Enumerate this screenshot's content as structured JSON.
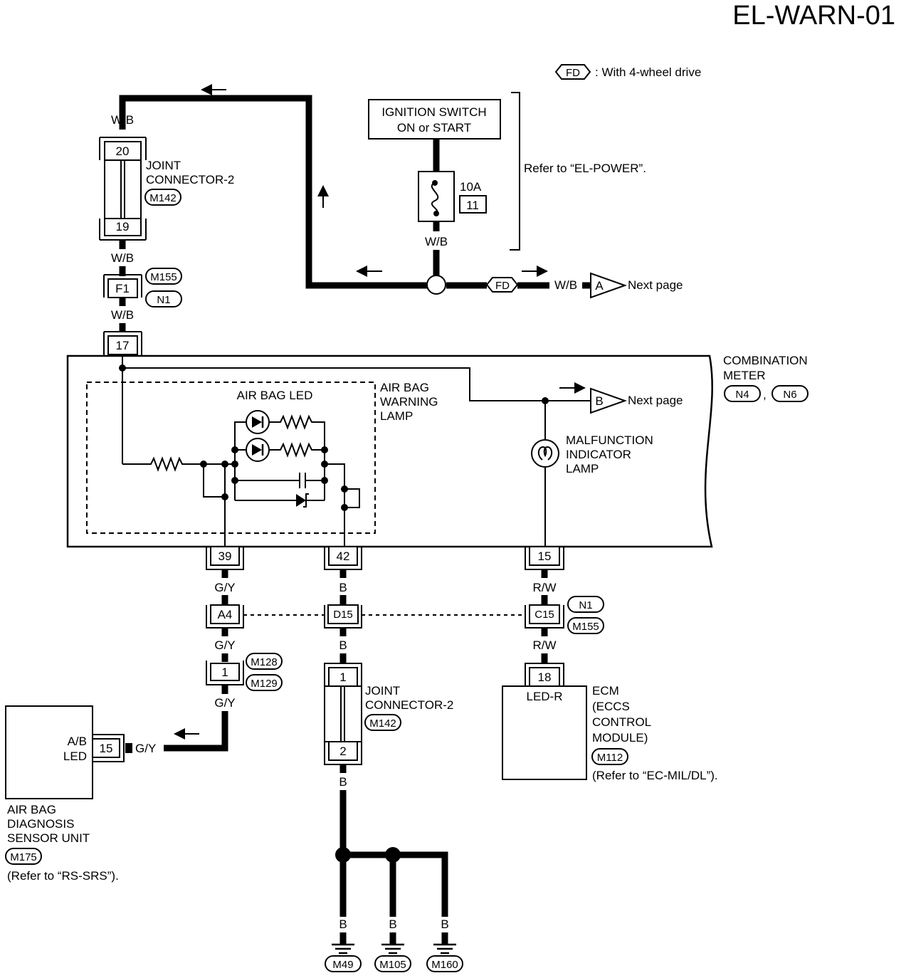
{
  "title": "EL-WARN-01",
  "legend": {
    "code": "FD",
    "text": ": With 4-wheel drive"
  },
  "ignition": {
    "line1": "IGNITION SWITCH",
    "line2": "ON or START"
  },
  "fuse": {
    "rating": "10A",
    "number": "11"
  },
  "refer_power": "Refer to “EL-POWER”.",
  "wires": {
    "wb": "W/B",
    "gy": "G/Y",
    "b": "B",
    "rw": "R/W"
  },
  "next_page": "Next page",
  "ref_a": "A",
  "ref_b": "B",
  "joint_top": {
    "line1": "JOINT",
    "line2": "CONNECTOR-2",
    "code": "M142",
    "pin_top": "20",
    "pin_bottom": "19"
  },
  "f1": {
    "pin": "F1",
    "code1": "M155",
    "code2": "N1"
  },
  "meter": {
    "pin_in": "17",
    "line1": "COMBINATION",
    "line2": "METER",
    "code1": "N4",
    "code2": "N6",
    "comma": ",",
    "pin_39": "39",
    "pin_42": "42",
    "pin_15": "15"
  },
  "airbag_lamp": {
    "line1": "AIR BAG",
    "line2": "WARNING",
    "line3": "LAMP",
    "led": "AIR BAG LED"
  },
  "mil": {
    "line1": "MALFUNCTION",
    "line2": "INDICATOR",
    "line3": "LAMP"
  },
  "mid_connectors": {
    "a4": "A4",
    "d15": "D15",
    "c15": "C15",
    "code1": "N1",
    "code2": "M155"
  },
  "conn_m128": {
    "pin": "1",
    "code1": "M128",
    "code2": "M129"
  },
  "joint_bottom": {
    "line1": "JOINT",
    "line2": "CONNECTOR-2",
    "code": "M142",
    "pin_top": "1",
    "pin_bottom": "2"
  },
  "sensor_unit": {
    "pin": "15",
    "led1": "A/B",
    "led2": "LED",
    "line1": "AIR BAG",
    "line2": "DIAGNOSIS",
    "line3": "SENSOR UNIT",
    "code": "M175",
    "refer": "(Refer to “RS-SRS”)."
  },
  "ecm": {
    "pin": "18",
    "terminal": "LED-R",
    "line1": "ECM",
    "line2": "(ECCS",
    "line3": "CONTROL",
    "line4": "MODULE)",
    "code": "M112",
    "refer": "(Refer to “EC-MIL/DL”)."
  },
  "grounds": {
    "g1": "M49",
    "g2": "M105",
    "g3": "M160"
  }
}
